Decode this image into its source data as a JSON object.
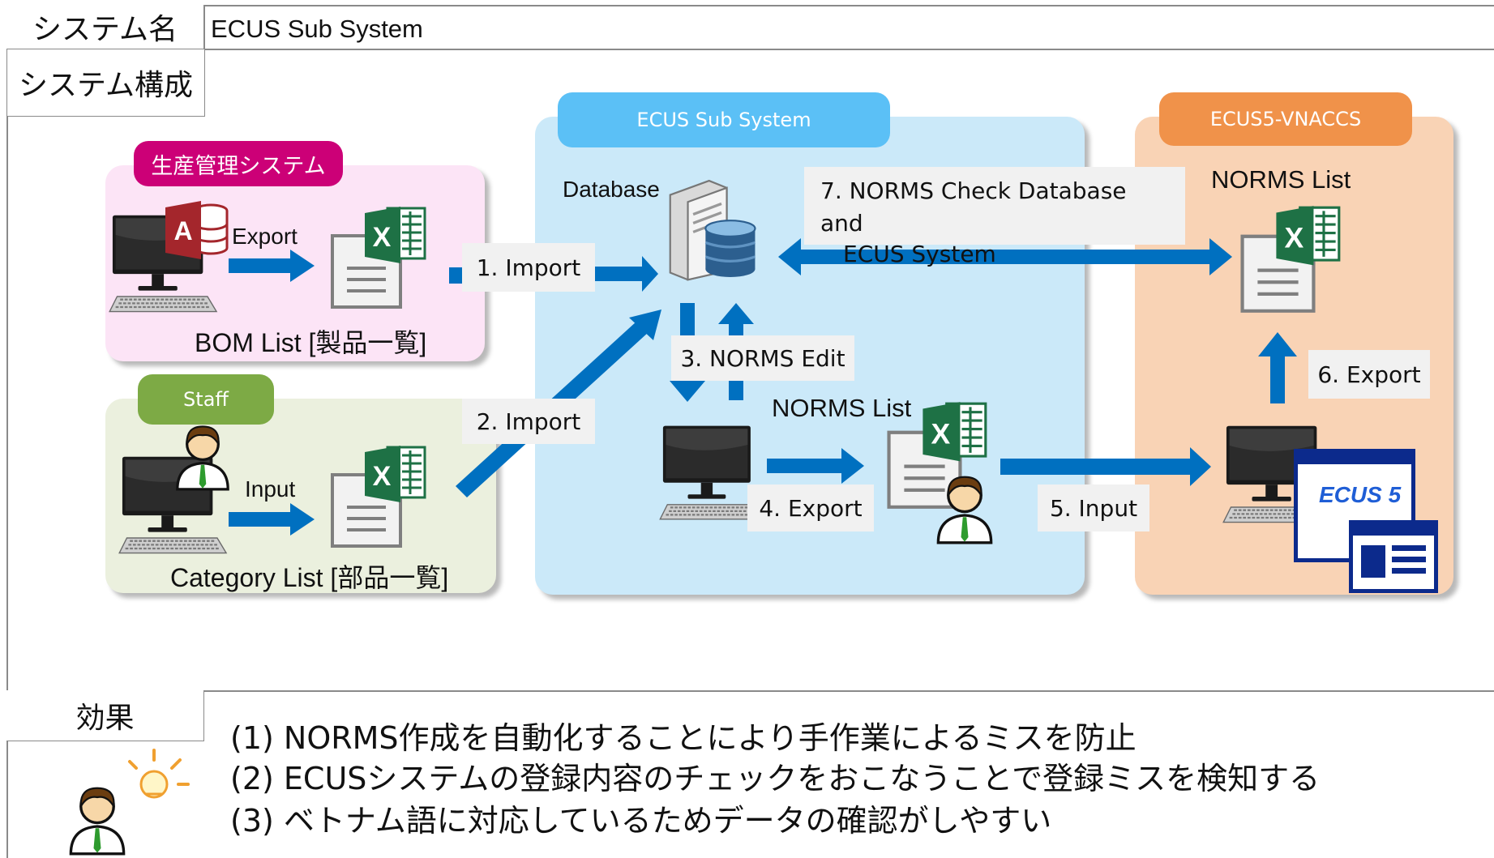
{
  "header": {
    "system_name_label": "システム名",
    "system_name_value": "ECUS Sub System",
    "system_config_label": "システム構成",
    "effect_label": "効果"
  },
  "panels": {
    "production": {
      "tag": "生産管理システム",
      "export_label": "Export",
      "doc_caption": "BOM List [製品一覧]"
    },
    "staff": {
      "tag": "Staff",
      "input_label": "Input",
      "doc_caption": "Category List [部品一覧]"
    },
    "ecus_sub": {
      "tag": "ECUS Sub System",
      "database_label": "Database",
      "norms_list_label": "NORMS List"
    },
    "vnaccs": {
      "tag": "ECUS5-VNACCS",
      "norms_list_label": "NORMS List",
      "ecus_logo": "ECUS 5"
    }
  },
  "flow_labels": {
    "import1": "1. Import",
    "import2": "2. Import",
    "norms_edit": "3. NORMS Edit",
    "export4": "4. Export",
    "input5": "5. Input",
    "export6": "6. Export",
    "check7_line1": "7. NORMS Check Database and",
    "check7_line2": "ECUS System"
  },
  "effects": [
    "(1)  NORMS作成を自動化することにより手作業によるミスを防止",
    "(2)  ECUSシステムの登録内容のチェックをおこなうことで登録ミスを検知する",
    "(3)  ベトナム語に対応しているためデータの確認がしやすい"
  ],
  "colors": {
    "arrow": "#0070c0",
    "production_panel": "#fce4f6",
    "production_tag": "#cc0077",
    "staff_panel": "#ebf0de",
    "staff_tag": "#7daa45",
    "ecus_sub_panel": "#cbe9f9",
    "ecus_sub_tag": "#5bc0f6",
    "vnaccs_panel": "#f9d3b5",
    "vnaccs_tag": "#f0924a",
    "excel_green": "#1e7145"
  },
  "icons": [
    "computer-icon",
    "access-icon",
    "excel-document-icon",
    "server-database-icon",
    "user-icon",
    "ecus5-app-icon",
    "lightbulb-icon"
  ]
}
